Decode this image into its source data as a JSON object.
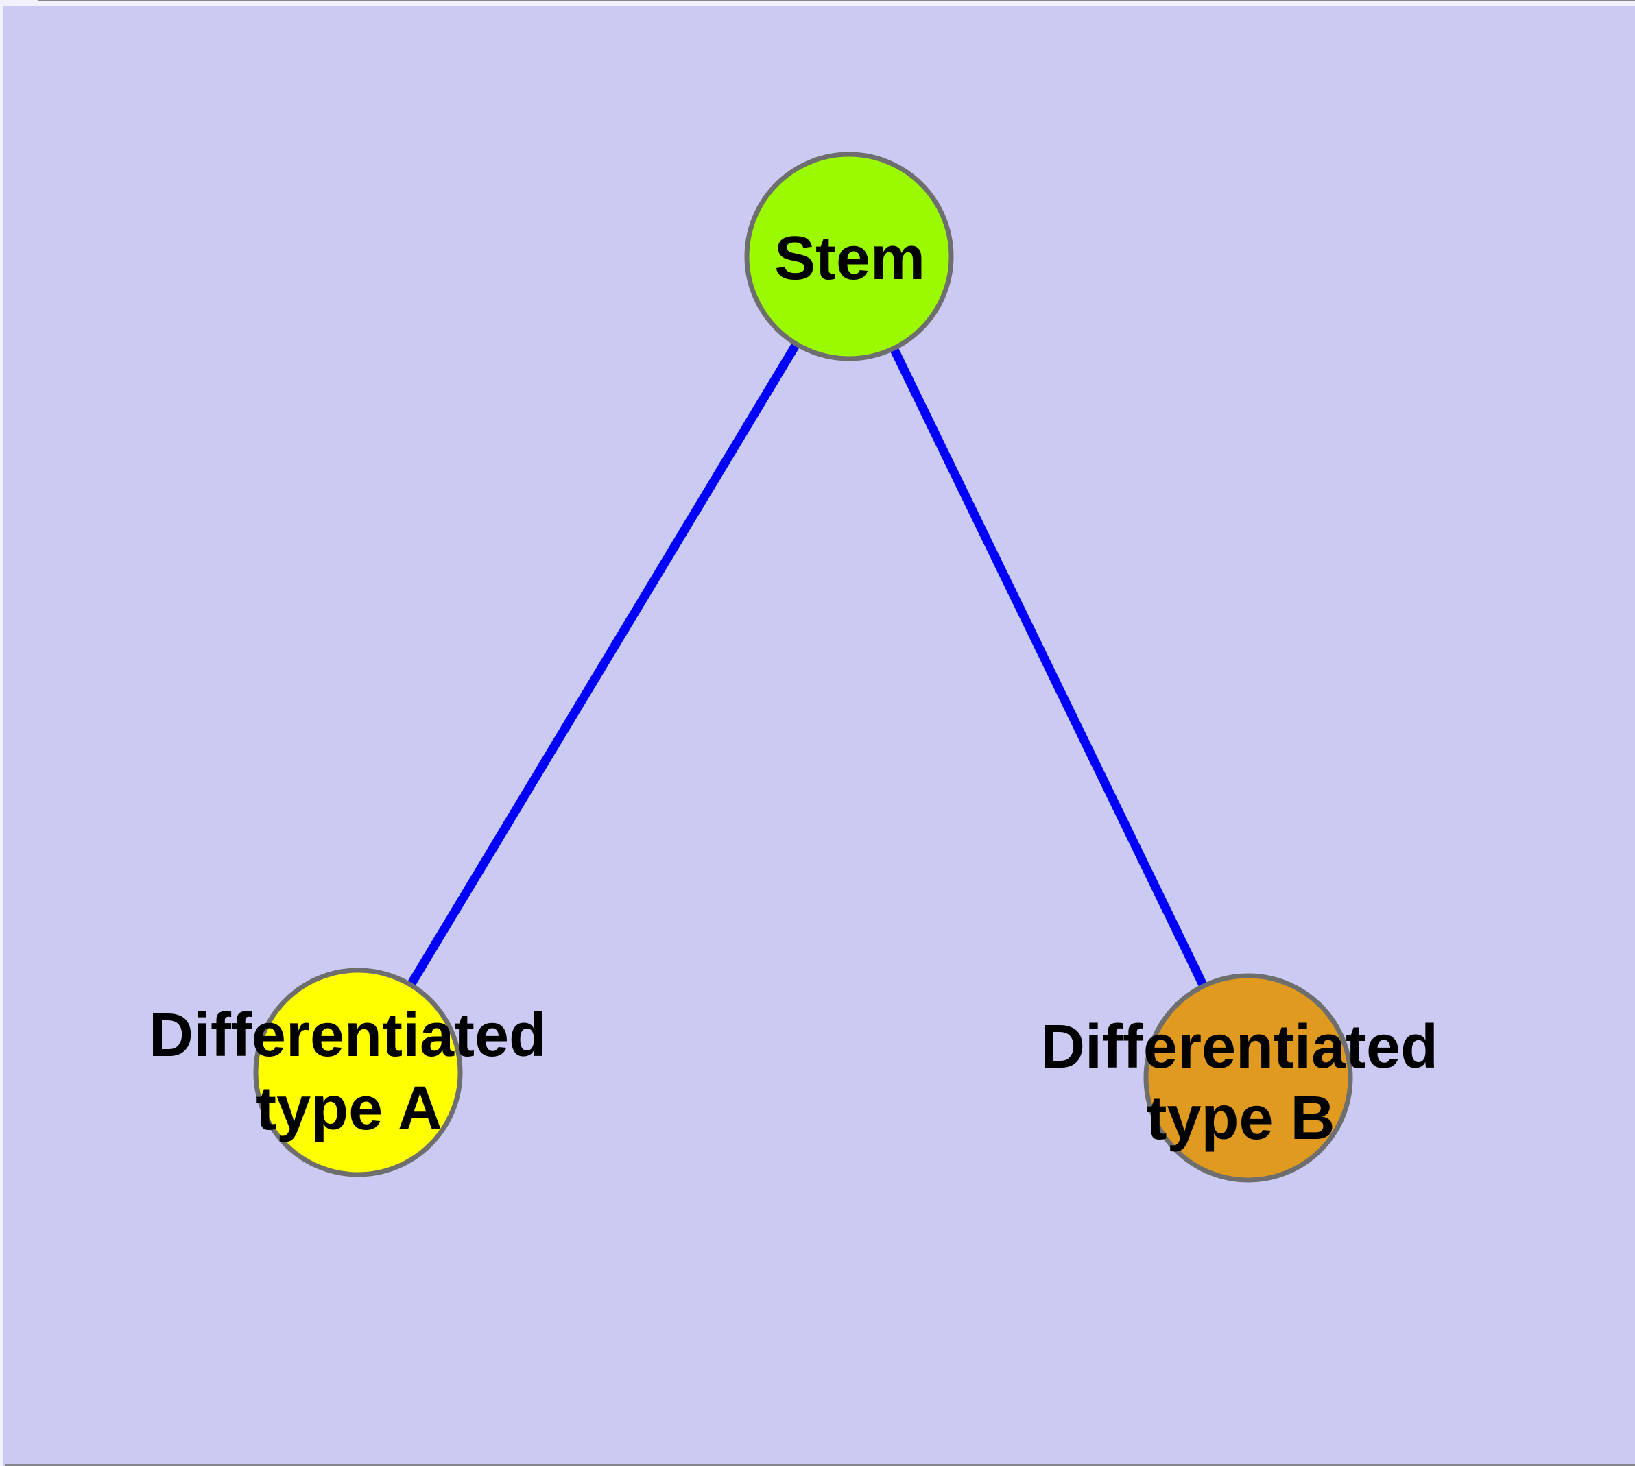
{
  "diagram": {
    "title": "Stem cell differentiation diagram",
    "colors": {
      "background": "#CACAF3",
      "edge": "#0000FA",
      "node_border": "#6E6E6E",
      "label_text": "#000000",
      "frame_margin": "#F2F2FD",
      "frame_hairline": "#85858E"
    },
    "nodes": [
      {
        "id": "stem",
        "label": "Stem",
        "fill": "#9BF900"
      },
      {
        "id": "differentiated-type-a",
        "label_lines": [
          "Differentiated",
          "type A"
        ],
        "fill": "#FFFF00"
      },
      {
        "id": "differentiated-type-b",
        "label_lines": [
          "Differentiated",
          "type B"
        ],
        "fill": "#E19A20"
      }
    ],
    "edges": [
      {
        "from": "stem",
        "to": "differentiated-type-a"
      },
      {
        "from": "stem",
        "to": "differentiated-type-b"
      }
    ]
  }
}
